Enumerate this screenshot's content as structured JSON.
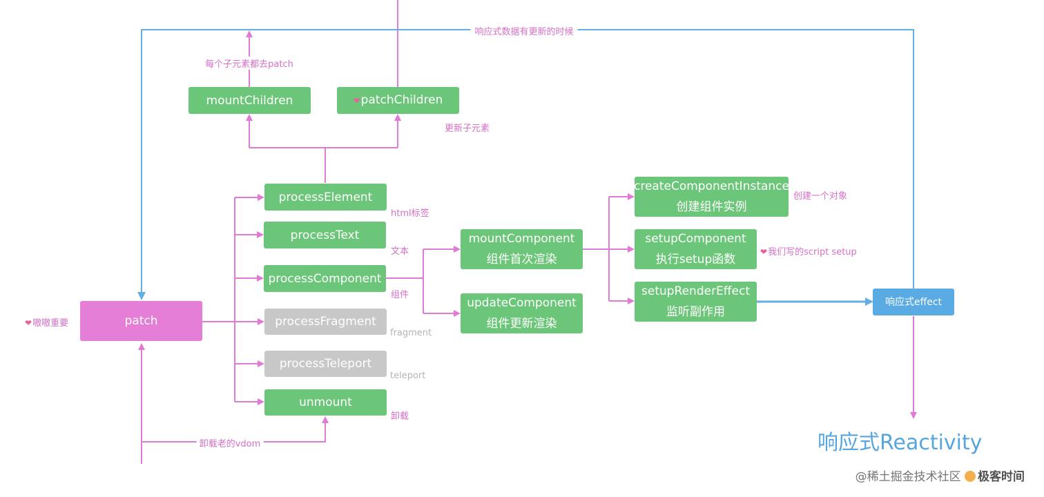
{
  "nodes": {
    "patch": "patch",
    "mount_children": "mountChildren",
    "patch_children": "patchChildren",
    "process_element": "processElement",
    "process_text": "processText",
    "process_component": "processComponent",
    "process_fragment": "processFragment",
    "process_teleport": "processTeleport",
    "unmount": "unmount",
    "mount_component": [
      "mountComponent",
      "组件首次渲染"
    ],
    "update_component": [
      "updateComponent",
      "组件更新渲染"
    ],
    "create_component_instance": [
      "createComponentInstance",
      "创建组件实例"
    ],
    "setup_component": [
      "setupComponent",
      "执行setup函数"
    ],
    "setup_render_effect": [
      "setupRenderEffect",
      "监听副作用"
    ],
    "reactive_effect": "响应式effect"
  },
  "notes": {
    "patch_note": "嗷嗷重要",
    "each_child_patch": "每个子元素都去patch",
    "update_children": "更新子元素",
    "html_tag": "html标签",
    "text": "文本",
    "component": "组件",
    "fragment": "fragment",
    "teleport": "teleport",
    "unmount_note": "卸载",
    "unmount_old_vdom": "卸载老的vdom",
    "create_instance_note": "创建一个对象",
    "setup_note": "我们写的script setup",
    "reactive_update": "响应式数据有更新的时候"
  },
  "reactivity_title": "响应式Reactivity",
  "watermark": {
    "site": "@稀土掘金技术社区",
    "brand": "极客时间"
  },
  "icons": {
    "heart": "heart-icon",
    "logo": "geektime-logo-icon"
  },
  "colors": {
    "green_node": "#6cc679",
    "gray_node": "#c8c8c8",
    "patch_node": "#e47ed6",
    "effect_node": "#5aaae4",
    "pink_line": "#e07ad4",
    "blue_line": "#63aee2",
    "pink_text": "#d56fc7"
  }
}
